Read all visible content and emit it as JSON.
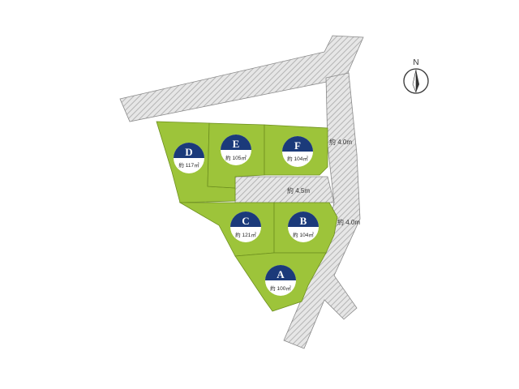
{
  "colors": {
    "lot_fill": "#9dc43a",
    "lot_border": "#6d8f1f",
    "road_hatch": "#c8c8c8",
    "badge_top": "#1b3a7a",
    "badge_bottom": "#ffffff"
  },
  "compass": {
    "label": "N",
    "icon": "north-arrow-icon"
  },
  "roads": [
    {
      "label": "約 4.0m"
    },
    {
      "label": "約 4.5m"
    },
    {
      "label": "約 4.0m"
    }
  ],
  "lots": [
    {
      "letter": "A",
      "area": "約 100㎡"
    },
    {
      "letter": "B",
      "area": "約 104㎡"
    },
    {
      "letter": "C",
      "area": "約 121㎡"
    },
    {
      "letter": "D",
      "area": "約 117㎡"
    },
    {
      "letter": "E",
      "area": "約 105㎡"
    },
    {
      "letter": "F",
      "area": "約 104㎡"
    }
  ]
}
